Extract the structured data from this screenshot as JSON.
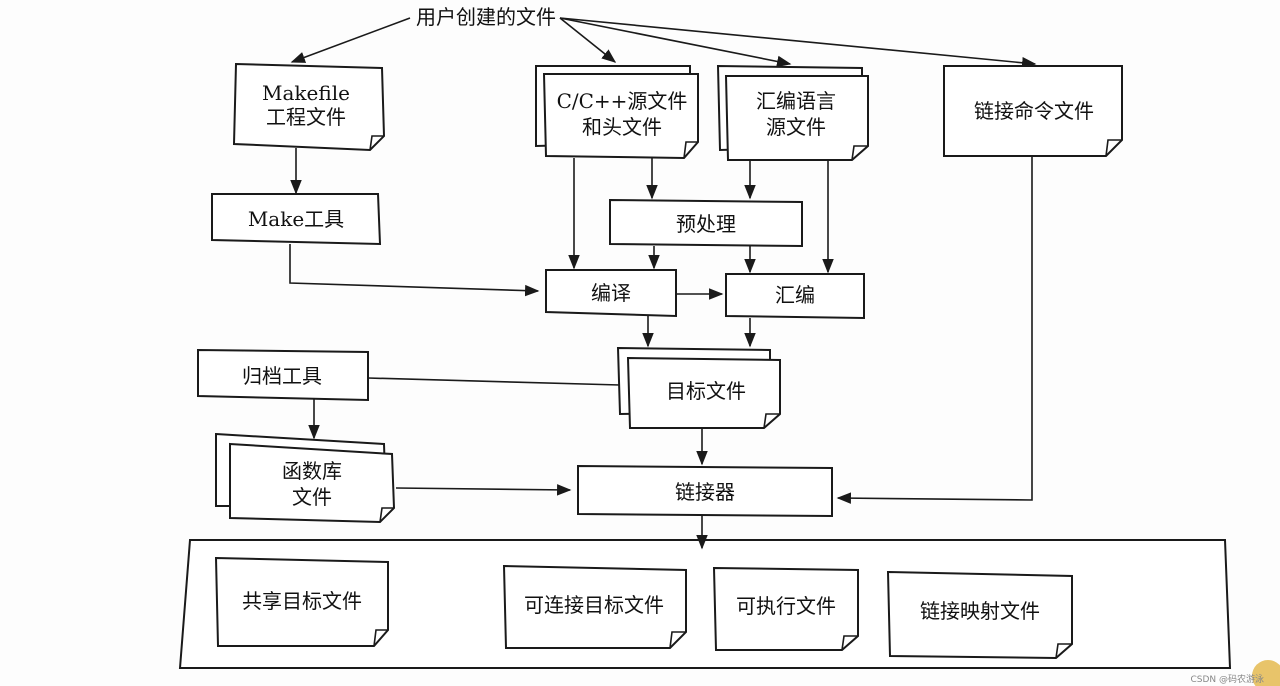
{
  "diagram": {
    "source_label": "用户创建的文件",
    "nodes": {
      "makefile": [
        "Makefile",
        "工程文件"
      ],
      "c_source": [
        "C/C++源文件",
        "和头文件"
      ],
      "asm_source": [
        "汇编语言",
        "源文件"
      ],
      "link_cmd": [
        "链接命令文件"
      ],
      "make_tool": [
        "Make工具"
      ],
      "preprocess": [
        "预处理"
      ],
      "compile": [
        "编译"
      ],
      "assemble": [
        "汇编"
      ],
      "archiver": [
        "归档工具"
      ],
      "object_files": [
        "目标文件"
      ],
      "library_files": [
        "函数库",
        "文件"
      ],
      "linker": [
        "链接器"
      ],
      "shared_object": [
        "共享目标文件"
      ],
      "linkable_object": [
        "可连接目标文件"
      ],
      "executable": [
        "可执行文件"
      ],
      "link_map": [
        "链接映射文件"
      ]
    },
    "edges": [
      [
        "user_files",
        "makefile"
      ],
      [
        "user_files",
        "c_source"
      ],
      [
        "user_files",
        "asm_source"
      ],
      [
        "user_files",
        "link_cmd"
      ],
      [
        "makefile",
        "make_tool"
      ],
      [
        "make_tool",
        "compile"
      ],
      [
        "c_source",
        "compile"
      ],
      [
        "c_source",
        "preprocess"
      ],
      [
        "asm_source",
        "preprocess"
      ],
      [
        "asm_source",
        "assemble"
      ],
      [
        "preprocess",
        "compile"
      ],
      [
        "preprocess",
        "assemble"
      ],
      [
        "compile",
        "assemble"
      ],
      [
        "compile",
        "object_files"
      ],
      [
        "assemble",
        "object_files"
      ],
      [
        "archiver",
        "object_files"
      ],
      [
        "archiver",
        "library_files"
      ],
      [
        "object_files",
        "linker"
      ],
      [
        "library_files",
        "linker"
      ],
      [
        "link_cmd",
        "linker"
      ],
      [
        "linker",
        "outputs"
      ]
    ]
  },
  "watermark": "CSDN @码农游泳"
}
